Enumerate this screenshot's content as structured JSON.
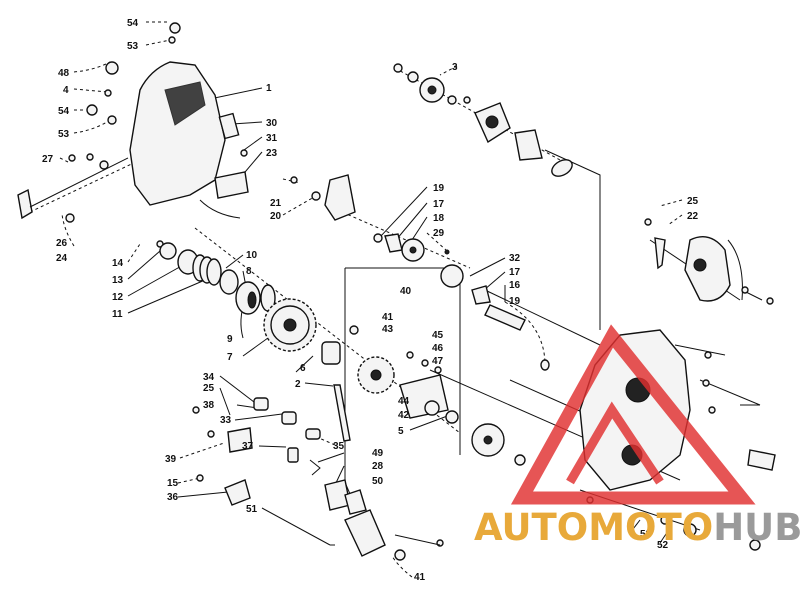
{
  "diagram": {
    "callouts": [
      "54",
      "53",
      "48",
      "4",
      "54",
      "53",
      "1",
      "30",
      "31",
      "23",
      "27",
      "26",
      "24",
      "3",
      "19",
      "17",
      "18",
      "29",
      "21",
      "20",
      "25",
      "22",
      "14",
      "13",
      "12",
      "11",
      "10",
      "8",
      "9",
      "7",
      "40",
      "41",
      "43",
      "45",
      "46",
      "47",
      "6",
      "32",
      "17",
      "16",
      "19",
      "34",
      "25",
      "38",
      "33",
      "2",
      "35",
      "37",
      "39",
      "44",
      "42",
      "5",
      "49",
      "28",
      "50",
      "15",
      "36",
      "51",
      "41",
      "53",
      "52"
    ]
  },
  "watermark": {
    "text_part1": "AUTOMOTO",
    "text_part2": "HUB",
    "color_part1": "#e8a93a",
    "color_part2": "#9a9a9a",
    "triangle_color": "#e03030"
  }
}
